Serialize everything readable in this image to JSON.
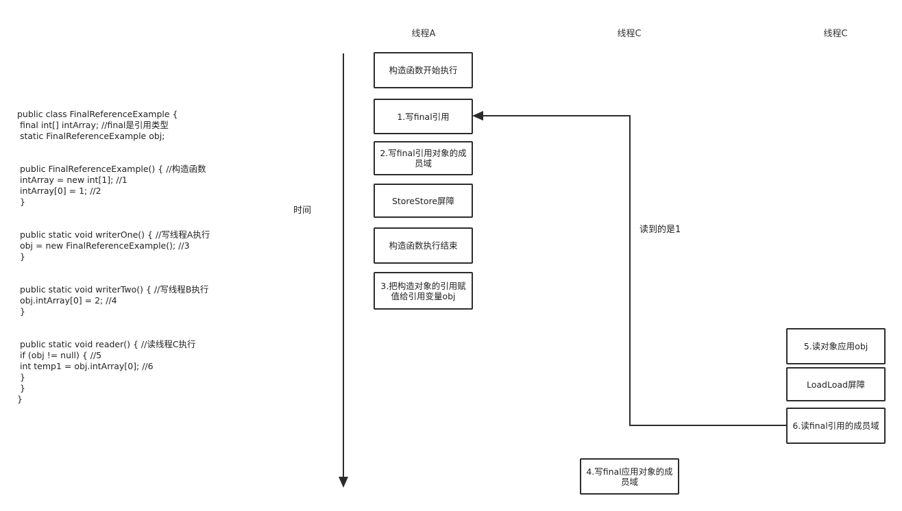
{
  "headers": {
    "thread_a": "线程A",
    "thread_c1": "线程C",
    "thread_c2": "线程C"
  },
  "code": "public class FinalReferenceExample {\n final int[] intArray; //final是引用类型\n static FinalReferenceExample obj;\n\n\n public FinalReferenceExample() { //构造函数\n intArray = new int[1]; //1\n intArray[0] = 1; //2\n }\n\n\n public static void writerOne() { //写线程A执行\n obj = new FinalReferenceExample(); //3\n }\n\n\n public static void writerTwo() { //写线程B执行\n obj.intArray[0] = 2; //4\n }\n\n\n public static void reader() { //读线程C执行\n if (obj != null) { //5\n int temp1 = obj.intArray[0]; //6\n }\n }\n}",
  "time_label": "时间",
  "thread_a_boxes": {
    "ctor_start": "构造函数开始执行",
    "write_final_ref": "1.写final引用",
    "write_member": "2.写final引用对象的成员域",
    "storestore": "StoreStore屏障",
    "ctor_end": "构造函数执行结束",
    "assign_ref": "3.把构造对象的引用赋值给引用变量obj"
  },
  "thread_b_box": "4.写final应用对象的成员域",
  "thread_c_boxes": {
    "read_obj": "5.读对象应用obj",
    "loadload": "LoadLoad屏障",
    "read_member": "6.读final引用的成员域"
  },
  "arrow_label": "读到的是1",
  "colors": {
    "stroke": "#2b2b2b",
    "text": "#222222"
  }
}
